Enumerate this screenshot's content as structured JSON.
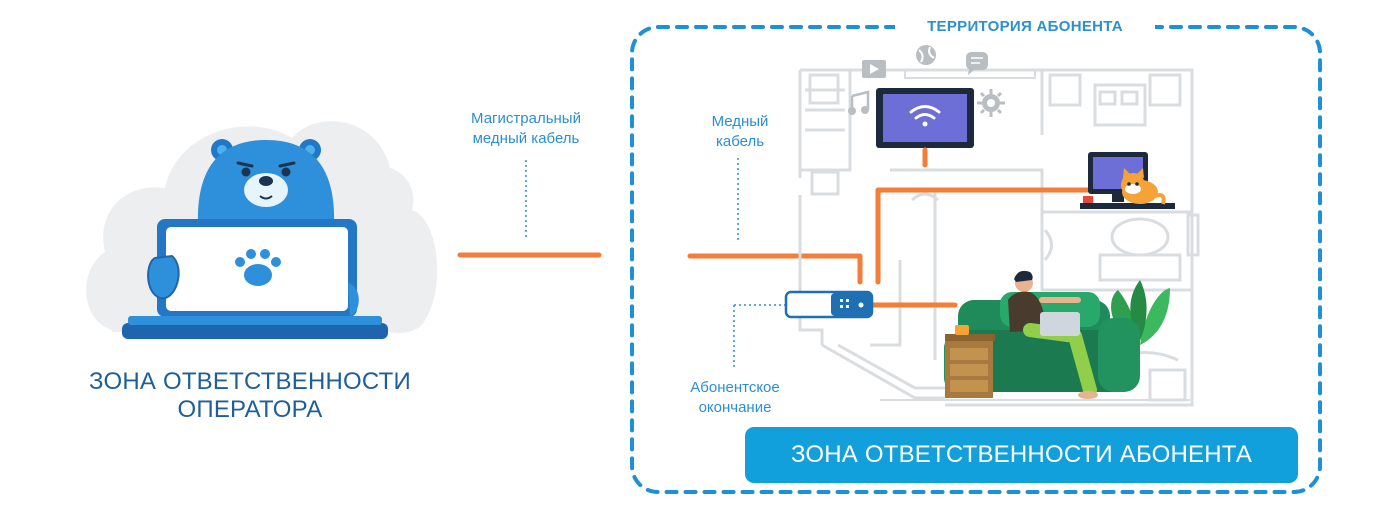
{
  "operator_zone": {
    "title_line1": "ЗОНА ОТВЕТСТВЕННОСТИ",
    "title_line2": "ОПЕРАТОРА"
  },
  "subscriber_zone": {
    "territory_label": "ТЕРРИТОРИЯ АБОНЕНТА",
    "title": "ЗОНА ОТВЕТСТВЕННОСТИ АБОНЕНТА"
  },
  "labels": {
    "trunk_cable_line1": "Магистральный",
    "trunk_cable_line2": "медный кабель",
    "copper_cable_line1": "Медный",
    "copper_cable_line2": "кабель",
    "terminal_line1": "Абонентское",
    "terminal_line2": "окончание"
  },
  "colors": {
    "accent_blue": "#12a0dd",
    "dark_blue": "#1f5f97",
    "cable_orange": "#f47d3a",
    "dashed_border": "#1e90d6"
  },
  "icons": [
    "bear-mascot-icon",
    "laptop-icon",
    "paw-icon",
    "wifi-icon",
    "tv-icon",
    "music-note-icon",
    "gear-icon",
    "globe-icon",
    "chat-bubble-icon",
    "video-icon",
    "monitor-icon",
    "cat-icon",
    "modem-icon",
    "person-icon",
    "sofa-icon",
    "plant-icon"
  ]
}
